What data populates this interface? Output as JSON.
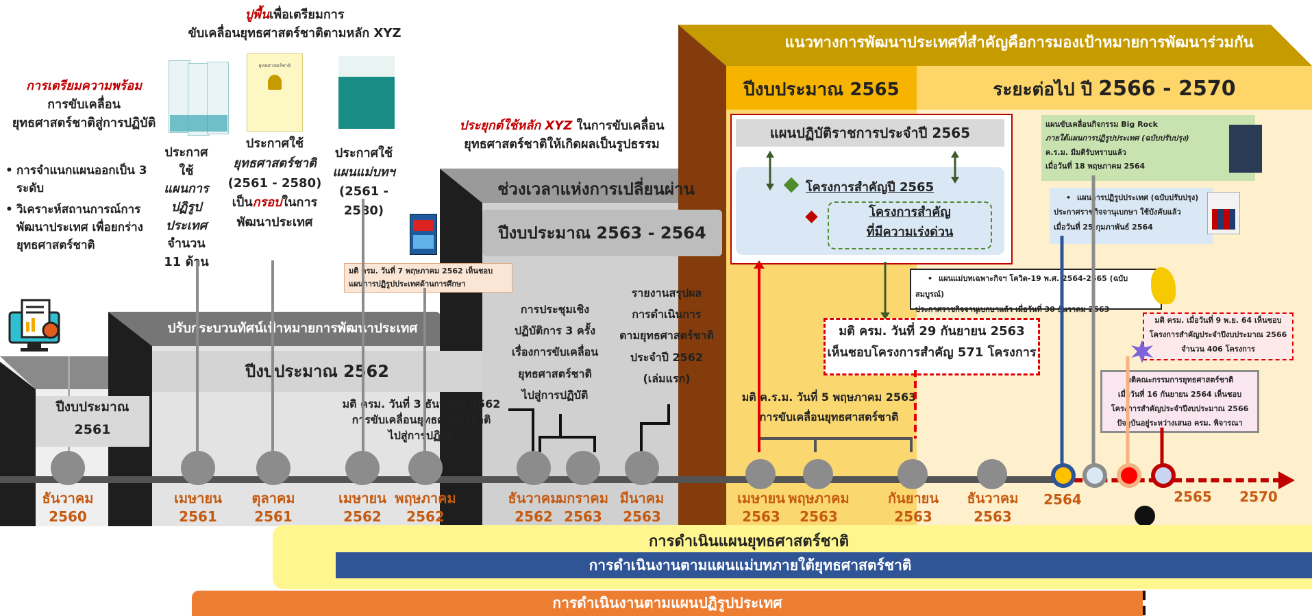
{
  "header_prepare": {
    "title_em": "ปูพื้น",
    "title_rest": "เพื่อเตรียมการ",
    "subtitle": "ขับเคลื่อนยุทธศาสตร์ชาติตามหลัก XYZ"
  },
  "left": {
    "title_em": "การเตรียมความพร้อม",
    "title_2": "การขับเคลื่อน",
    "title_3": "ยุทธศาสตร์ชาติสู่การปฏิบัติ",
    "bullets": [
      "การจำแนกแผนออกเป็น 3 ระดับ",
      "วิเคราะห์สถานการณ์การพัฒนาประเทศ เพื่อยกร่างยุทธศาสตร์ชาติ"
    ]
  },
  "docs": {
    "reform": {
      "l1": "ประกาศใช้",
      "l2": "แผนการ",
      "l3": "ปฏิรูป",
      "l4": "ประเทศ",
      "l5": "จำนวน",
      "l6": "11 ด้าน"
    },
    "strategy": {
      "l1": "ประกาศใช้",
      "l2": "ยุทธศาสตร์ชาติ",
      "l3": "(2561 - 2580)",
      "l4a": "เป็น",
      "l4em": "กรอบ",
      "l4b": "ในการ",
      "l5": "พัฒนาประเทศ"
    },
    "master": {
      "l1": "ประกาศใช้",
      "l2": "แผนแม่บทฯ",
      "l3": "(2561 - 2580)"
    },
    "cover_strategy_title": "ยุทธศาสตร์ชาติ"
  },
  "note_edu": {
    "l1": "มติ ครม. วันที่ 7 พฤษภาคม 2562 เห็นชอบ",
    "l2": "แผนการปฏิรูปประเทศด้านการศึกษา"
  },
  "xyz": {
    "em": "ประยุกต์ใช้หลัก XYZ",
    "rest": " ในการขับเคลื่อน",
    "l2": "ยุทธศาสตร์ชาติให้เกิดผลเป็นรูปธรรม"
  },
  "blocks": {
    "fy2561_a": "ปีงบประมาณ",
    "fy2561_b": "2561",
    "paradigm": "ปรับกระบวนทัศน์เป้าหมายการพัฒนาประเทศ",
    "fy2562": "ปีงบประมาณ 2562",
    "transition": "ช่วงเวลาแห่งการเปลี่ยนผ่าน",
    "fy2563_64": "ปีงบประมาณ 2563 - 2564",
    "guideline": "แนวทางการพัฒนาประเทศที่สำคัญคือการมองเป้าหมายการพัฒนาร่วมกัน",
    "fy2565": "ปีงบประมาณ 2565",
    "next_a": "ระยะต่อไป ปี ",
    "next_b": "2566 - 2570"
  },
  "workshop": {
    "l1": "การประชุมเชิง",
    "l2": "ปฏิบัติการ 3 ครั้ง",
    "l3": "เรื่องการขับเคลื่อน",
    "l4": "ยุทธศาสตร์ชาติ",
    "l5": "ไปสู่การปฏิบัติ"
  },
  "report": {
    "l1": "รายงานสรุปผล",
    "l2": "การดำเนินการ",
    "l3": "ตามยุทธศาสตร์ชาติ",
    "l4": "ประจำปี 2562",
    "l5": "(เล่มแรก)"
  },
  "cabinet_dec2562": {
    "l1": "มติ ครม. วันที่ 3 ธันวาคม 2562",
    "l2": "การขับเคลื่อนยุทธศาสตร์ชาติ",
    "l3": "ไปสู่การปฏิบัติ"
  },
  "cabinet_may2563": {
    "l1": "มติ ค.ร.ม. วันที่ 5 พฤษภาคม 2563",
    "l2": "การขับเคลื่อนยุทธศาสตร์ชาติ"
  },
  "plan2565": {
    "title": "แผนปฏิบัติราชการประจำปี 2565",
    "projects": "โครงการสำคัญปี 2565",
    "urgent_l1": "โครงการสำคัญ",
    "urgent_l2": "ที่มีความเร่งด่วน"
  },
  "cabinet_sep2563": {
    "l1": "มติ ครม. วันที่ 29 กันยายน 2563",
    "l2": "เห็นชอบโครงการสำคัญ 571 โครงการ"
  },
  "bigrock": {
    "l1": "แผนขับเคลื่อนกิจกรรม Big Rock",
    "l2": "ภายใต้แผนการปฏิรูปประเทศ (ฉบับปรับปรุง)",
    "l3": "ค.ร.ม. มีมติรับทราบแล้ว",
    "l4": "เมื่อวันที่ 18 พฤษภาคม 2564"
  },
  "reform_rev": {
    "l1": "แผนการปฏิรูปประเทศ (ฉบับปรับปรุง)",
    "l2": "ประกาศราชกิจจานุเบกษา ใช้บังคับแล้ว",
    "l3": "เมื่อวันที่ 25 กุมภาพันธ์ 2564"
  },
  "covid": {
    "l1": "แผนแม่บทเฉพาะกิจฯ โควิด-19 พ.ศ. 2564-2565 (ฉบับสมบูรณ์)",
    "l2": "ประกาศราชกิจจานุเบกษาแล้ว เมื่อวันที่ 30 ธันวาคม 2563"
  },
  "nov64": {
    "l1": "มติ ครม. เมื่อวันที่ 9 พ.ย. 64 เห็นชอบ",
    "l2": "โครงการสำคัญประจำปีงบประมาณ 2566",
    "l3": "จำนวน 406 โครงการ"
  },
  "committee": {
    "l1": "มติคณะกรรมการยุทธศาสตร์ชาติ",
    "l2": "เมื่อวันที่ 16 กันยายน 2564 เห็นชอบ",
    "l3": "โครงการสำคัญประจำปีงบประมาณ 2566",
    "l4": "ปัจจุบันอยู่ระหว่างเสนอ ครม. พิจารณา"
  },
  "timeline": [
    {
      "m": "ธันวาคม",
      "y": "2560"
    },
    {
      "m": "เมษายน",
      "y": "2561"
    },
    {
      "m": "ตุลาคม",
      "y": "2561"
    },
    {
      "m": "เมษายน",
      "y": "2562"
    },
    {
      "m": "พฤษภาคม",
      "y": "2562"
    },
    {
      "m": "ธันวาคม",
      "y": "2562"
    },
    {
      "m": "มกราคม",
      "y": "2563"
    },
    {
      "m": "มีนาคม",
      "y": "2563"
    },
    {
      "m": "เมษายน",
      "y": "2563"
    },
    {
      "m": "พฤษภาคม",
      "y": "2563"
    },
    {
      "m": "กันยายน",
      "y": "2563"
    },
    {
      "m": "ธันวาคม",
      "y": "2563"
    }
  ],
  "years": {
    "y2564": "2564",
    "y2565": "2565",
    "y2570": "2570"
  },
  "bars": {
    "strategy_impl": "การดำเนินแผนยุทธศาสตร์ชาติ",
    "master_impl": "การดำเนินงานตามแผนแม่บทภายใต้ยุทธศาสตร์ชาติ",
    "reform_impl": "การดำเนินงานตามแผนปฏิรูปประเทศ"
  },
  "colors": {
    "accent_orange": "#c55a11",
    "gold": "#c59b00",
    "brown": "#843c0c",
    "red": "#c00000",
    "navy": "#2f5597",
    "bar_orange": "#ed7d31",
    "bar_yellow": "#fff68f"
  }
}
